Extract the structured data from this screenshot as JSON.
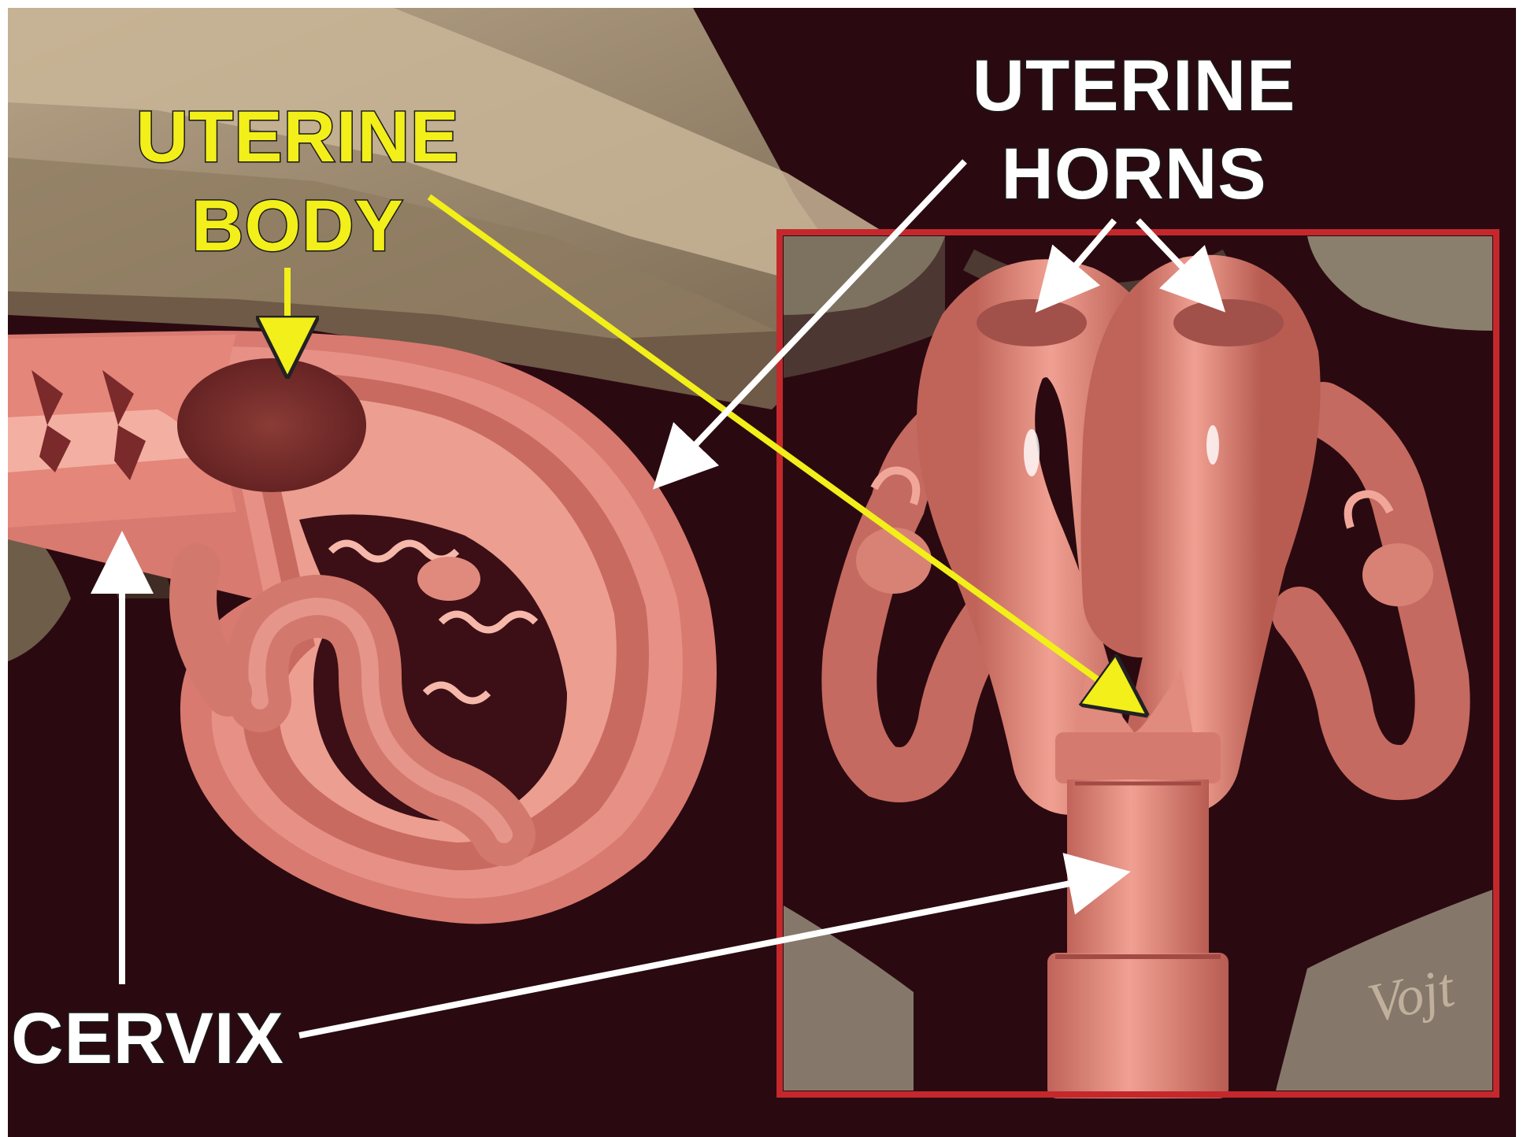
{
  "labels": {
    "uterine_body_line1": "UTERINE",
    "uterine_body_line2": "BODY",
    "uterine_horns_line1": "UTERINE",
    "uterine_horns_line2": "HORNS",
    "cervix": "CERVIX"
  },
  "signature": "Vojt",
  "colors": {
    "background": "#2a0a10",
    "tissue": "#e0857a",
    "tissue_dark": "#a24a44",
    "tissue_light": "#f3a89b",
    "peritoneum": "#9c8a70",
    "inset_border": "#c4282c",
    "label_yellow": "#f2ef1a",
    "label_white": "#ffffff",
    "arrow_yellow": "#f2ef1a",
    "arrow_white": "#ffffff"
  }
}
